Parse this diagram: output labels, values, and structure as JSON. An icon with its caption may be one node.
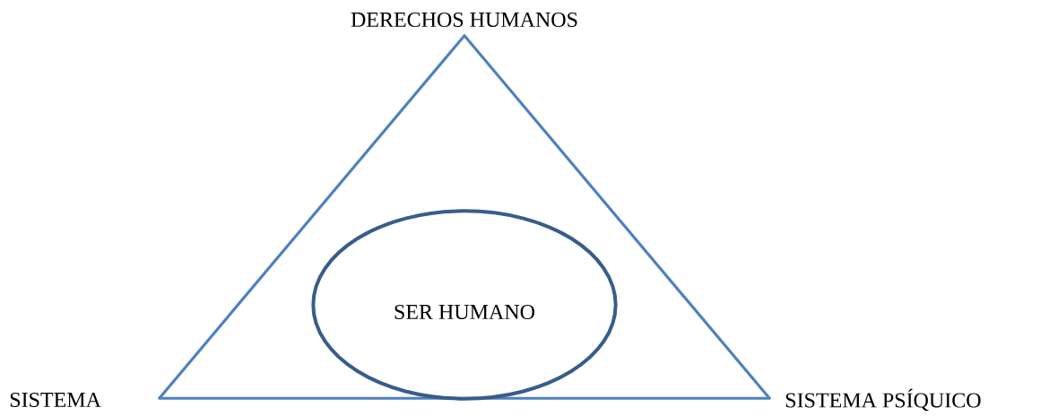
{
  "diagram": {
    "nodes": [
      {
        "text": [],
        "shape": "triangle",
        "beside": [
          "DERECHOS HUMANOS",
          "SISTEMA",
          "SISTEMA PSÍQUICO"
        ]
      },
      {
        "text": [
          "SER HUMANO"
        ],
        "in": 0
      }
    ]
  }
}
